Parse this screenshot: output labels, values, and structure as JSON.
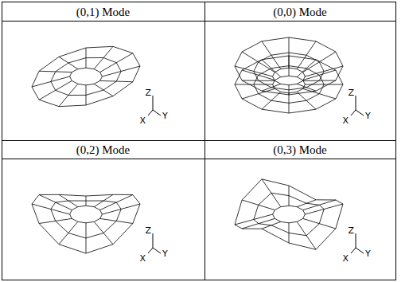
{
  "diagram": {
    "labels": [
      "(0,1) Mode",
      "Z",
      "X",
      "Y",
      "(0,0) Mode",
      "Z",
      "X",
      "Y",
      "(0,2) Mode",
      "Z",
      "X",
      "Y",
      "(0,3) Mode",
      "Z",
      "X",
      "Y"
    ]
  }
}
